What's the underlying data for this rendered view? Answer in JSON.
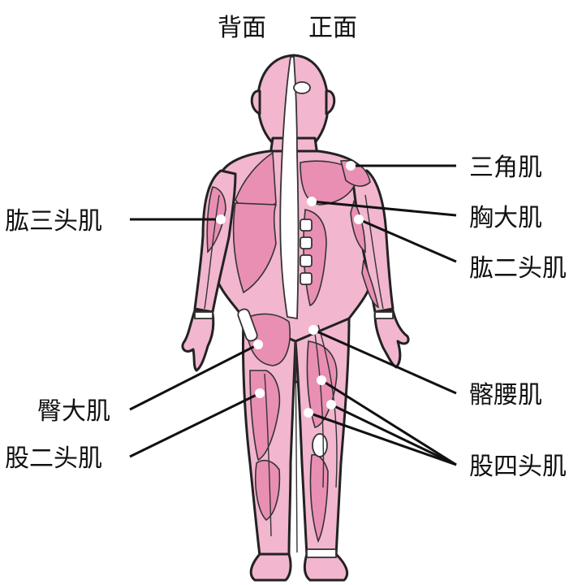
{
  "headers": {
    "back": "背面",
    "front": "正面"
  },
  "labels": {
    "deltoid": "三角肌",
    "pectoralis": "胸大肌",
    "biceps": "肱二头肌",
    "triceps": "肱三头肌",
    "gluteus": "臀大肌",
    "hamstring": "股二头肌",
    "iliopsoas": "髂腰肌",
    "quadriceps": "股四头肌"
  },
  "colors": {
    "skin": "#f2b6cf",
    "muscle": "#e98fb4",
    "line": "#111111"
  }
}
